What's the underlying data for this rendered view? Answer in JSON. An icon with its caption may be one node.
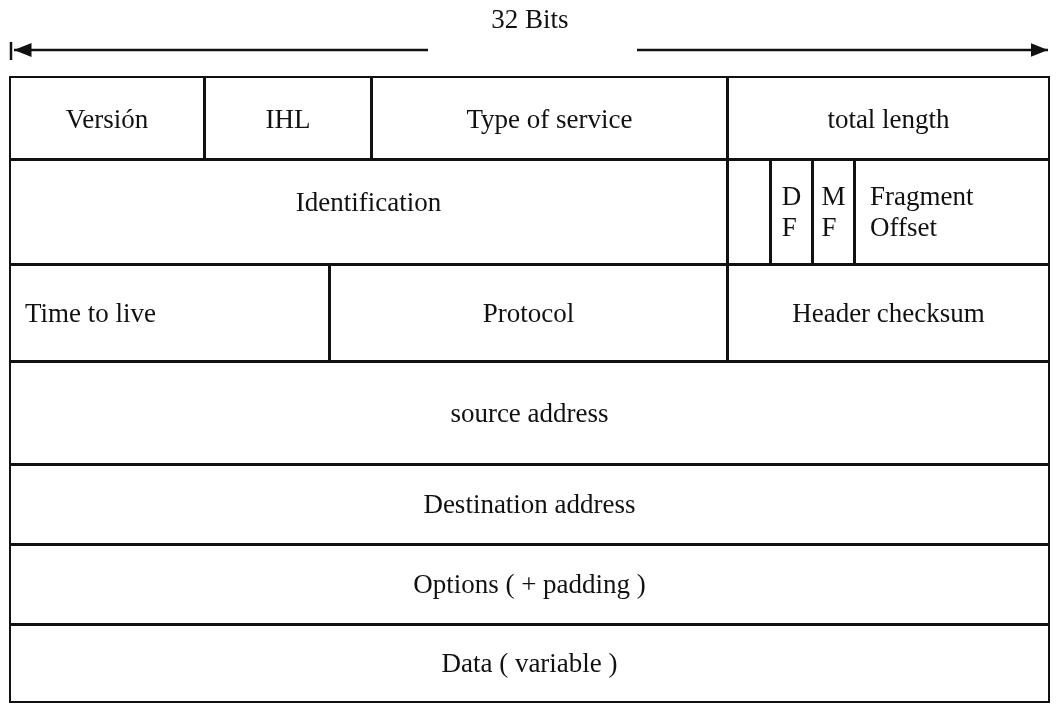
{
  "diagram": {
    "nodes": [
      {
        "text": [
          "Versión"
        ]
      },
      {
        "text": [
          "IHL"
        ]
      },
      {
        "text": [
          "Type of service"
        ]
      },
      {
        "text": [
          "total length"
        ]
      },
      {
        "text": [
          "Identification"
        ]
      },
      {
        "text": [],
        "shape": "box"
      },
      {
        "text": [
          "D F"
        ]
      },
      {
        "text": [
          "M F"
        ]
      },
      {
        "text": [
          "Fragment Offset"
        ]
      },
      {
        "text": [
          "Time to live"
        ]
      },
      {
        "text": [
          "Protocol"
        ]
      },
      {
        "text": [
          "Header checksum"
        ]
      },
      {
        "text": [
          "source address"
        ]
      },
      {
        "text": [
          "Destination address"
        ]
      },
      {
        "text": [
          "Options ( + padding )"
        ]
      },
      {
        "text": [
          "Data ( variable )"
        ]
      }
    ],
    "edges": [],
    "labels": [
      "32 Bits"
    ]
  }
}
